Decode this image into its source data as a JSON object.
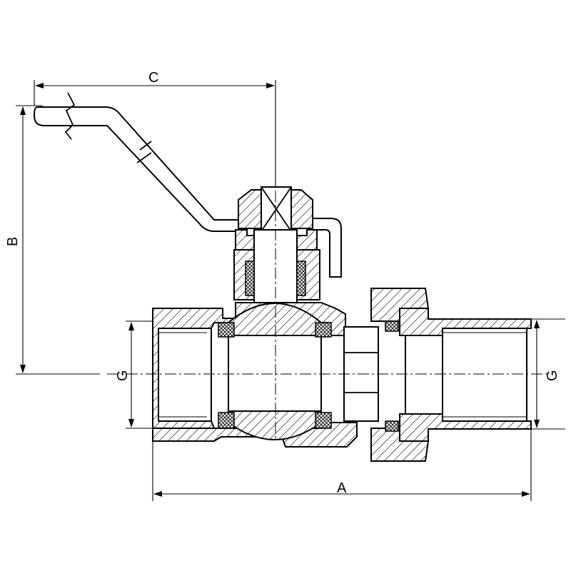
{
  "dimensions": {
    "A": "A",
    "B": "B",
    "C": "C",
    "G_left": "G",
    "G_right": "G"
  }
}
